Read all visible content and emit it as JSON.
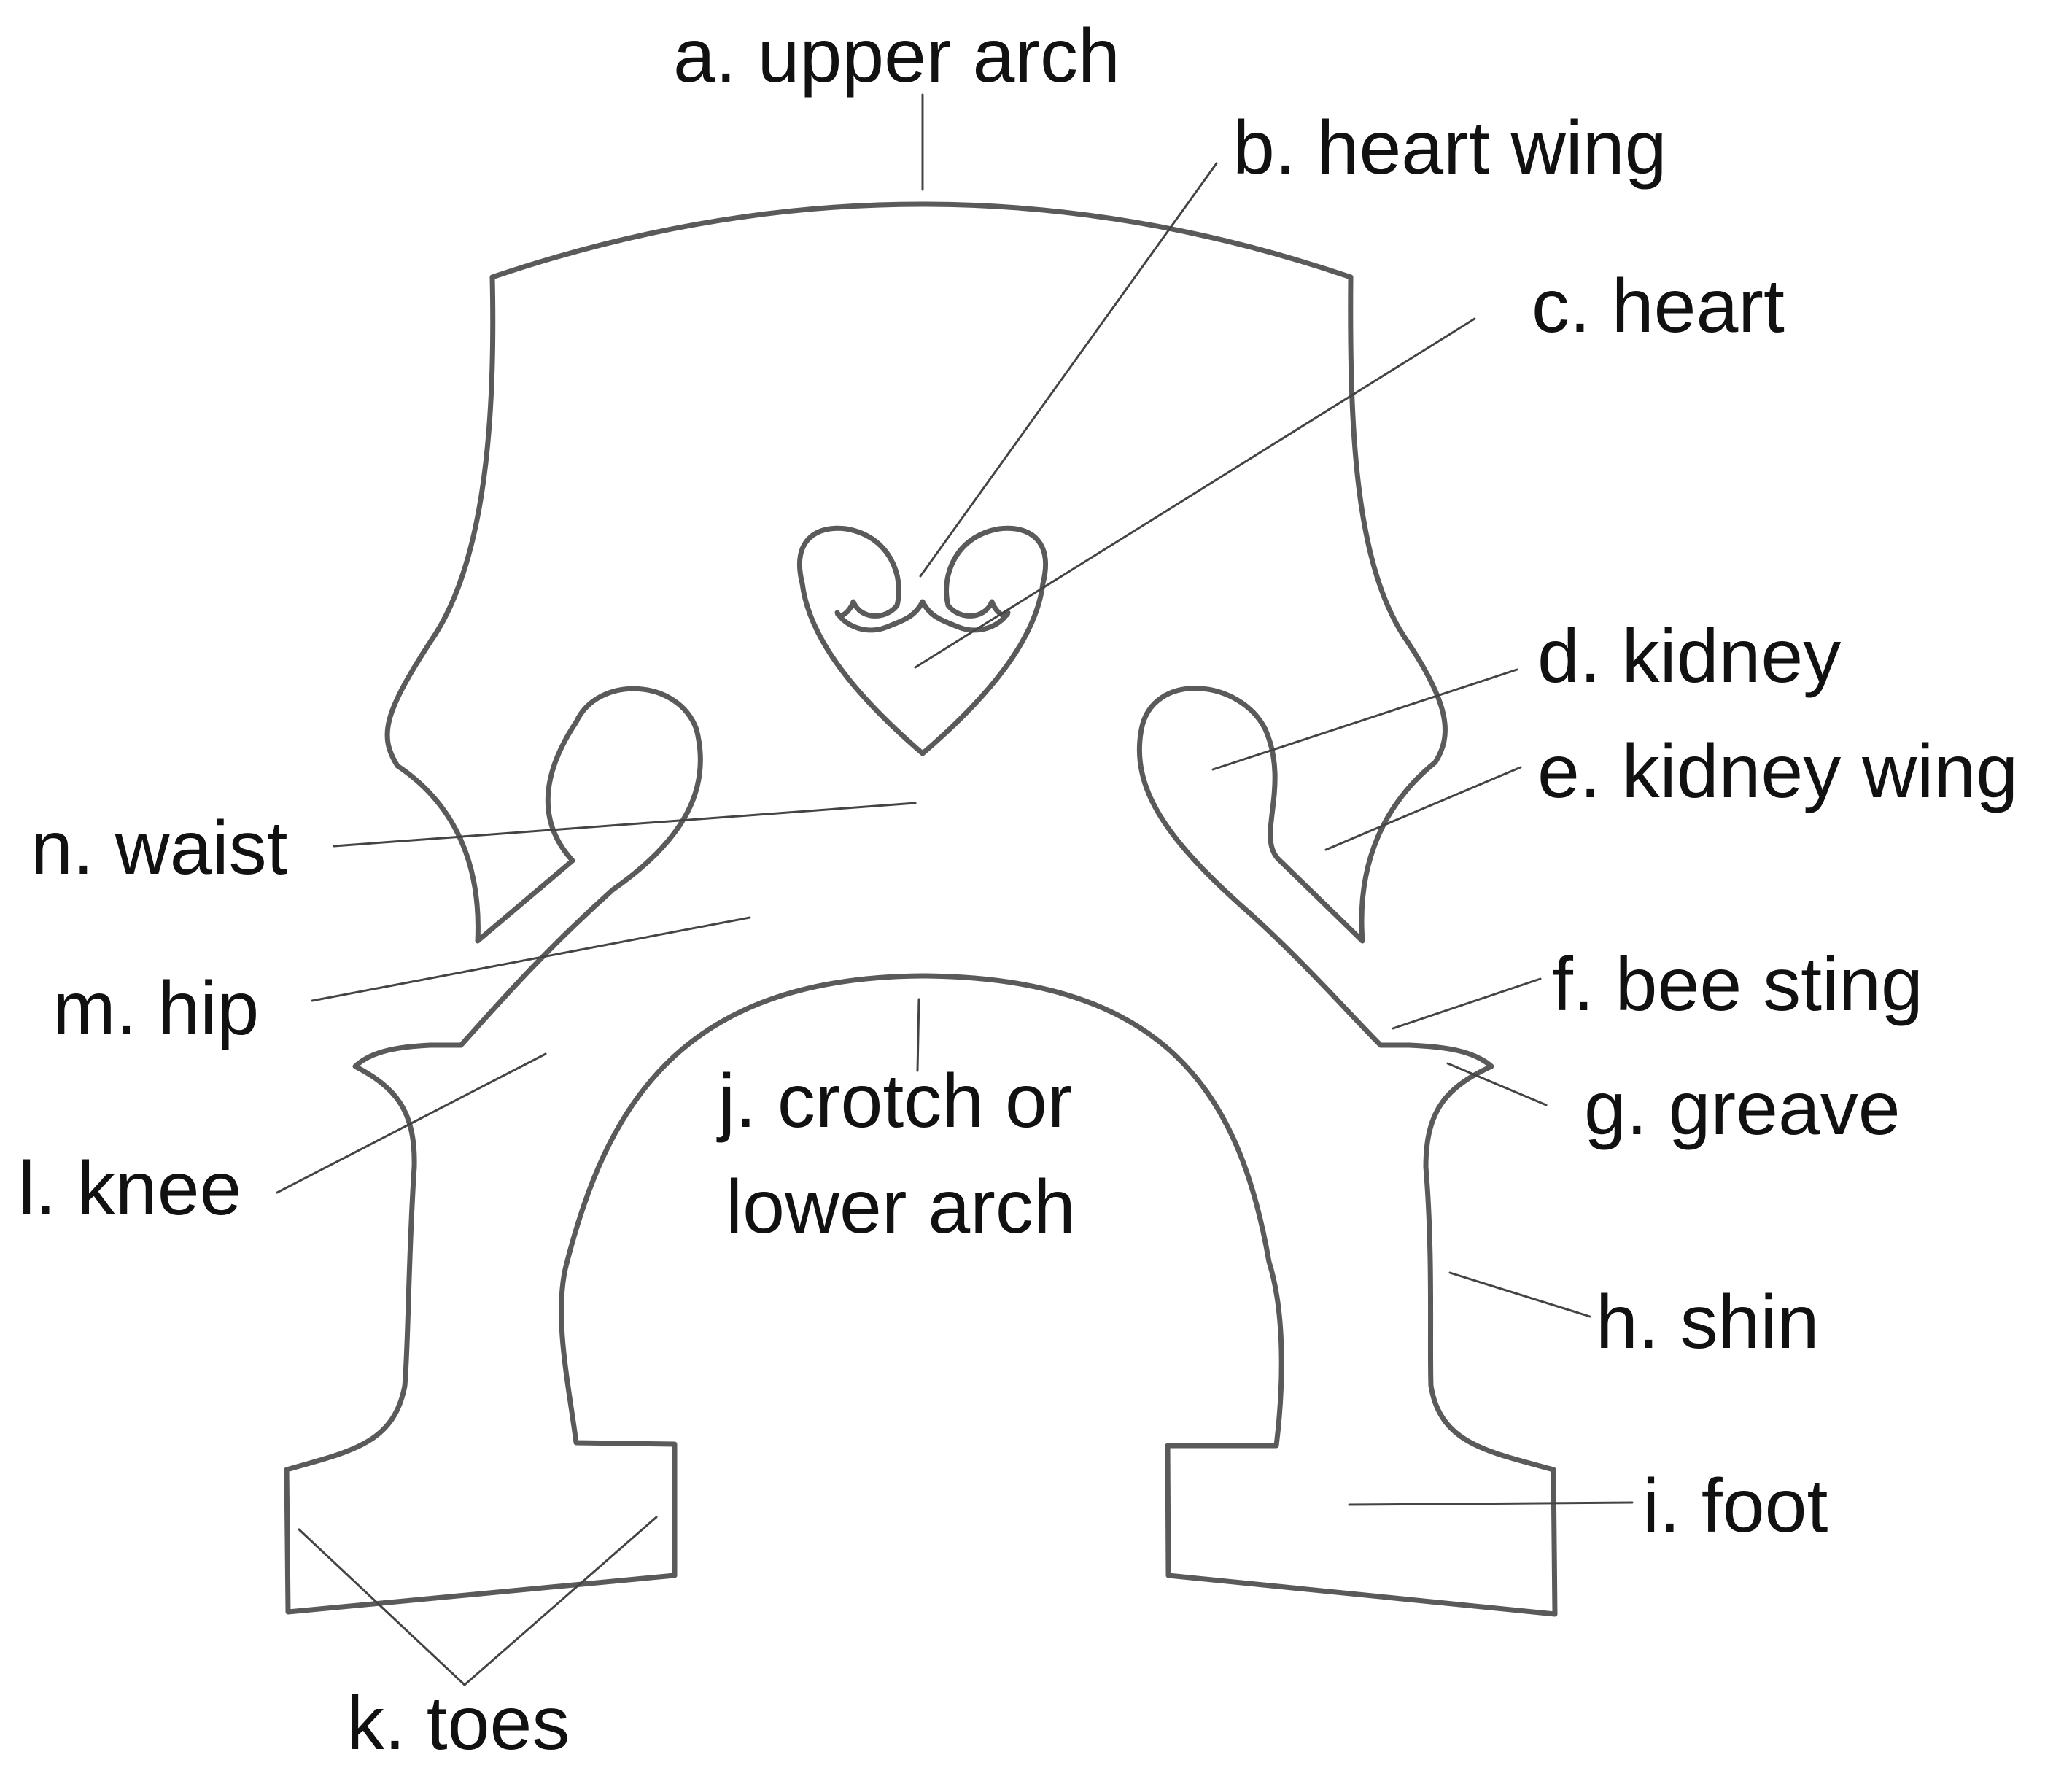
{
  "labels": {
    "a": "a. upper arch",
    "b": "b. heart wing",
    "c": "c. heart",
    "d": "d. kidney",
    "e": "e. kidney wing",
    "f": "f. bee sting",
    "g": "g. greave",
    "h": "h. shin",
    "i": "i. foot",
    "j_line1": "j. crotch or",
    "j_line2": "lower arch",
    "k": "k. toes",
    "l": "l. knee",
    "m": "m. hip",
    "n": "n. waist"
  },
  "colors": {
    "outline": "#5a5a5a",
    "leader": "#444444",
    "text": "#111111",
    "background": "#ffffff"
  }
}
